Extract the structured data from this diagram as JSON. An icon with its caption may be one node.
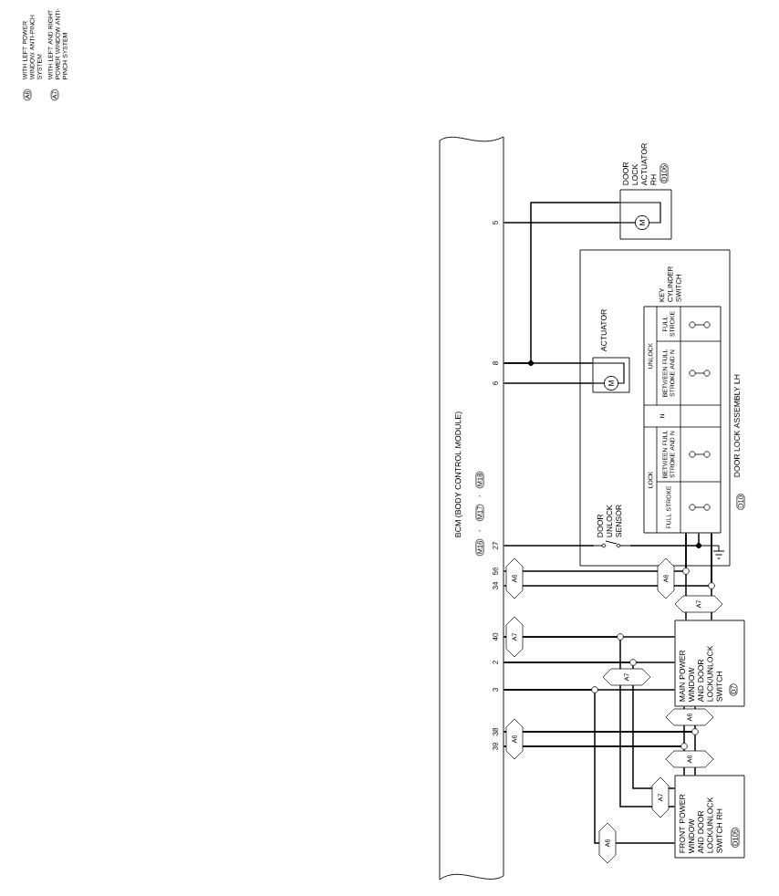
{
  "diagram": {
    "nodes": [
      {
        "text": [
          "BCM (BODY CONTROL MODULE)",
          "M16",
          ",",
          "M17",
          ",",
          "M18"
        ]
      },
      {
        "text": [
          "DOOR LOCK ACTUATOR RH",
          "D106"
        ]
      },
      {
        "text": [
          "DOOR LOCK ASSEMBLY LH",
          "D10"
        ]
      },
      {
        "text": [
          "ACTUATOR"
        ],
        "in": 2
      },
      {
        "text": [
          "DOOR UNLOCK SENSOR"
        ],
        "in": 2
      },
      {
        "text": [
          "LOCK",
          "FULL STROKE",
          "BETWEEN FULL STROKE AND N",
          "N",
          "UNLOCK",
          "BETWEEN FULL STROKE AND N",
          "FULL STROKE",
          "KEY CYLINDER SWITCH"
        ],
        "in": 2
      },
      {
        "text": [
          "MAIN POWER WINDOW AND DOOR LOCK/UNLOCK SWITCH",
          "D7"
        ]
      },
      {
        "text": [
          "FRONT POWER WINDOW AND DOOR LOCK/UNLOCK SWITCH RH",
          "D105"
        ]
      }
    ],
    "edges": [
      {
        "from": 0,
        "to": 1,
        "arrow": "none"
      },
      {
        "from": 0,
        "to": 1,
        "arrow": "none"
      },
      {
        "from": 0,
        "to": 3,
        "arrow": "none"
      },
      {
        "from": 0,
        "to": 3,
        "arrow": "none"
      },
      {
        "from": 0,
        "to": 4,
        "arrow": "none"
      },
      {
        "from": 0,
        "to": 5,
        "arrow": "none"
      },
      {
        "from": 0,
        "to": 5,
        "arrow": "none"
      },
      {
        "from": 5,
        "to": 6,
        "arrow": "none"
      },
      {
        "from": 5,
        "to": 6,
        "arrow": "none"
      },
      {
        "from": 0,
        "to": 6,
        "arrow": "none"
      },
      {
        "from": 0,
        "to": 7,
        "arrow": "none"
      },
      {
        "from": 0,
        "to": 6,
        "arrow": "none"
      },
      {
        "from": 0,
        "to": 7,
        "arrow": "none"
      },
      {
        "from": 0,
        "to": 6,
        "arrow": "none"
      },
      {
        "from": 0,
        "to": 7,
        "arrow": "none"
      },
      {
        "from": 0,
        "to": 6,
        "arrow": "none"
      },
      {
        "from": 0,
        "to": 7,
        "arrow": "none"
      },
      {
        "from": 0,
        "to": 6,
        "arrow": "none"
      },
      {
        "from": 0,
        "to": 7,
        "arrow": "none"
      },
      {
        "from": 4,
        "to": 5,
        "arrow": "none"
      }
    ],
    "labels": [
      "A6",
      "WITH LEFT POWER WINDOW ANTI-PINCH SYSTEM",
      "A7",
      "WITH LEFT AND RIGHT POWER WINDOW ANTI-PINCH SYSTEM",
      "5",
      "8",
      "6",
      "27",
      "56",
      "34",
      "40",
      "2",
      "3",
      "38",
      "39",
      "A6",
      "A6",
      "A7",
      "A7",
      "A7",
      "A6",
      "A6",
      "A6",
      "A7",
      "A6",
      "M",
      "M"
    ]
  }
}
